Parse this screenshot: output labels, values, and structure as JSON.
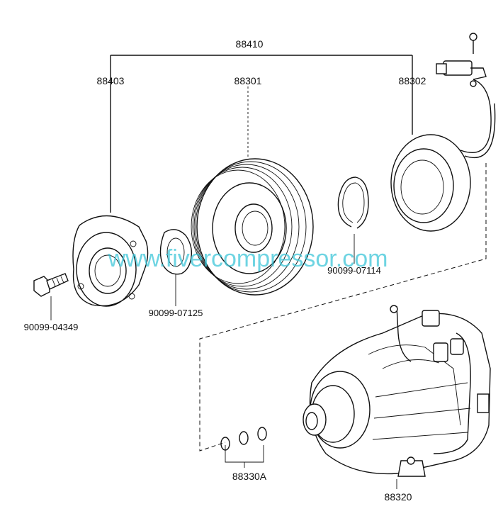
{
  "parts": {
    "assembly": "88410",
    "hub": "88403",
    "pulley": "88301",
    "coil": "88302",
    "snap_ring": "90099-07114",
    "shim": "90099-07125",
    "bolt": "90099-04349",
    "orings": "88330A",
    "compressor": "88320"
  },
  "watermark": "www.fivercompressor.com"
}
